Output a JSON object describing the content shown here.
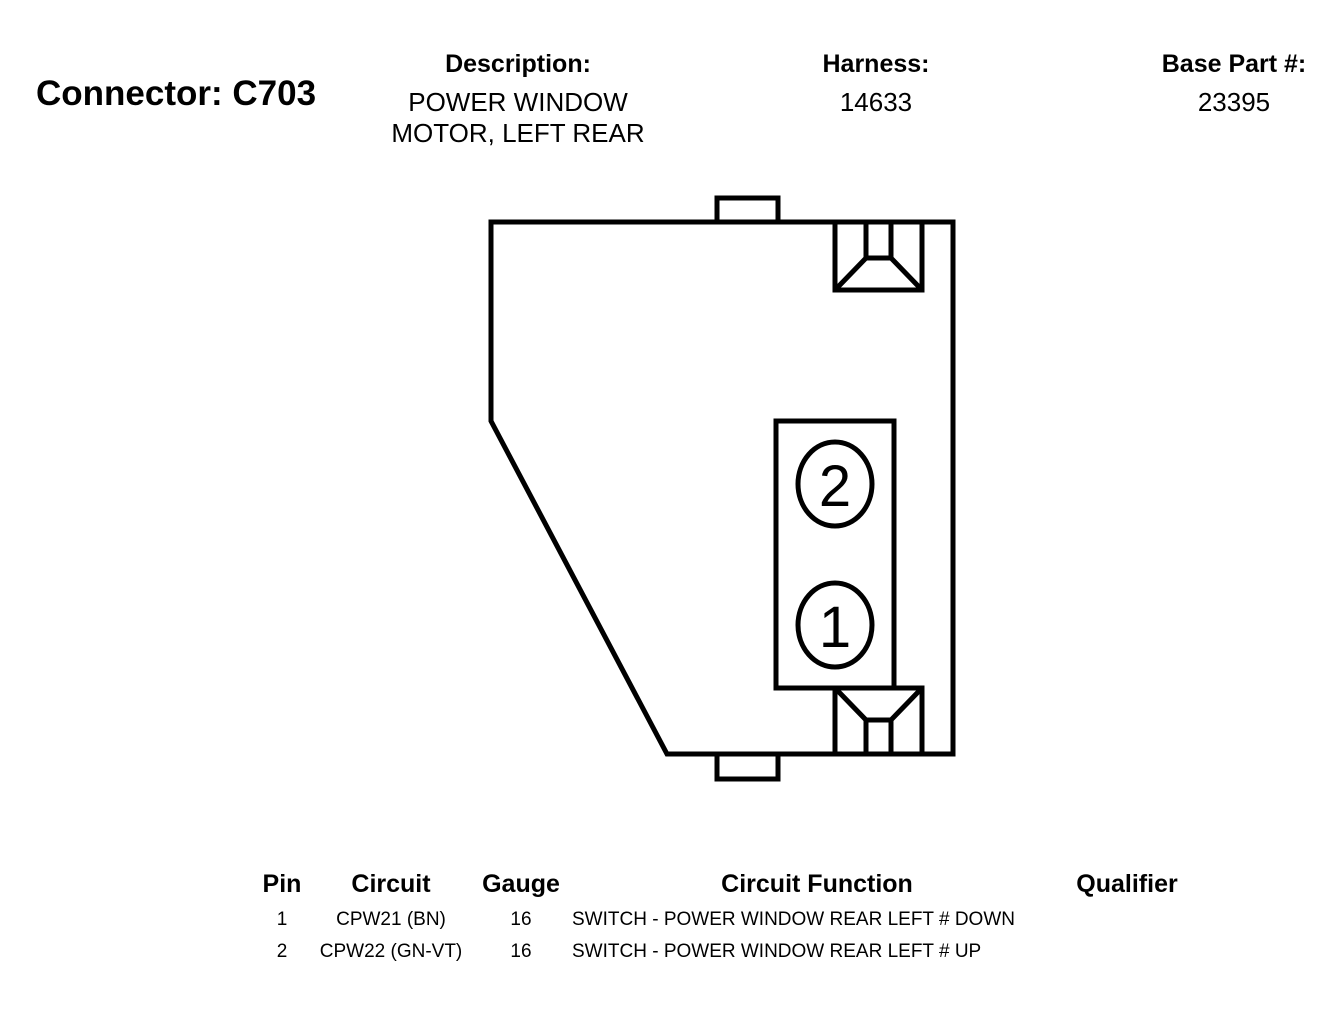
{
  "header": {
    "connector_title": "Connector: C703",
    "description_label": "Description:",
    "description_lines": [
      "POWER WINDOW",
      "MOTOR, LEFT REAR"
    ],
    "harness_label": "Harness:",
    "harness_value": "14633",
    "base_part_label": "Base Part #:",
    "base_part_value": "23395"
  },
  "connector_face": {
    "pins": [
      {
        "label": "2"
      },
      {
        "label": "1"
      }
    ]
  },
  "pin_table": {
    "headers": {
      "pin": "Pin",
      "circuit": "Circuit",
      "gauge": "Gauge",
      "circuit_function": "Circuit Function",
      "qualifier": "Qualifier"
    },
    "rows": [
      {
        "pin": "1",
        "circuit": "CPW21 (BN)",
        "gauge": "16",
        "circuit_function": "SWITCH - POWER WINDOW REAR LEFT # DOWN",
        "qualifier": ""
      },
      {
        "pin": "2",
        "circuit": "CPW22 (GN-VT)",
        "gauge": "16",
        "circuit_function": "SWITCH - POWER WINDOW REAR LEFT # UP",
        "qualifier": ""
      }
    ]
  }
}
